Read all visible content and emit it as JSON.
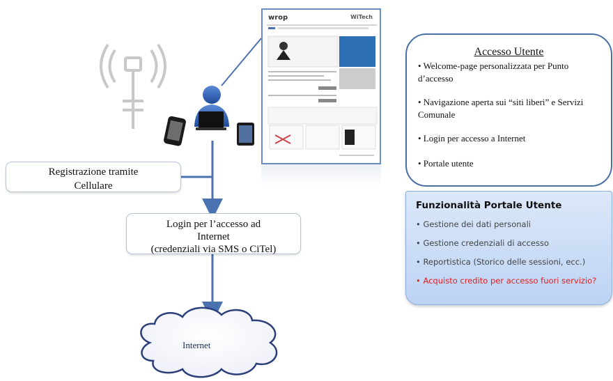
{
  "site": {
    "logo": "wrop",
    "brand": "WiTech"
  },
  "registration_box": {
    "line1": "Registrazione tramite",
    "line2": "Cellulare"
  },
  "login_box": {
    "line1": "Login per l’accesso ad",
    "line2": "Internet",
    "line3": "(credenziali via SMS o CiTel)"
  },
  "access_box": {
    "title": "Accesso Utente",
    "items": [
      "• Welcome-page personalizzata per Punto d’accesso",
      "• Navigazione aperta sui “siti liberi” e Servizi Comunale",
      "• Login per accesso a Internet",
      "• Portale utente"
    ]
  },
  "portal_box": {
    "title": "Funzionalità Portale Utente",
    "items": [
      "• Gestione dei dati personali",
      "• Gestione credenziali di accesso",
      "• Reportistica (Storico delle sessioni, ecc.)"
    ],
    "highlight_item": "• Acquisto credito per accesso fuori servizio?"
  },
  "cloud": {
    "label": "Internet"
  },
  "colors": {
    "arrow": "#4a72b0",
    "highlight": "#e02020",
    "frame": "#4a6fa5"
  }
}
